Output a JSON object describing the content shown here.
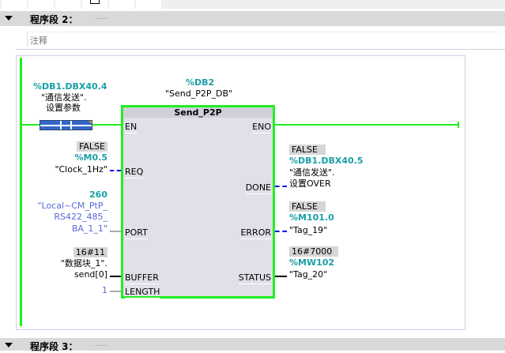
{
  "network2": {
    "title": "程序段 2：",
    "dots": ".....",
    "comment_placeholder": "注释"
  },
  "network3": {
    "title": "程序段 3：",
    "dots": "....."
  },
  "contact": {
    "address": "%DB1.DBX40.4",
    "name1": "\"通信发送\".",
    "name2": "设置参数"
  },
  "block": {
    "instance_address": "%DB2",
    "instance_name": "\"Send_P2P_DB\"",
    "title": "Send_P2P",
    "pins": {
      "en": "EN",
      "eno": "ENO",
      "req": "REQ",
      "done": "DONE",
      "port": "PORT",
      "error": "ERROR",
      "buffer": "BUFFER",
      "status": "STATUS",
      "length": "LENGTH"
    }
  },
  "req": {
    "value": "FALSE",
    "address": "%M0.5",
    "name": "\"Clock_1Hz\""
  },
  "port": {
    "value": "260",
    "name1": "\"Local~CM_PtP_",
    "name2": "RS422_485_",
    "name3": "BA_1_1\""
  },
  "buffer": {
    "value": "16#11",
    "name1": "\"数据块_1\".",
    "name2": "send[0]"
  },
  "length": {
    "value": "1"
  },
  "done": {
    "value": "FALSE",
    "address": "%DB1.DBX40.5",
    "name1": "\"通信发送\".",
    "name2": "设置OVER"
  },
  "error": {
    "value": "FALSE",
    "address": "%M101.0",
    "name": "\"Tag_19\""
  },
  "status": {
    "value": "16#7000",
    "address": "%MW102",
    "name": "\"Tag_20\""
  }
}
